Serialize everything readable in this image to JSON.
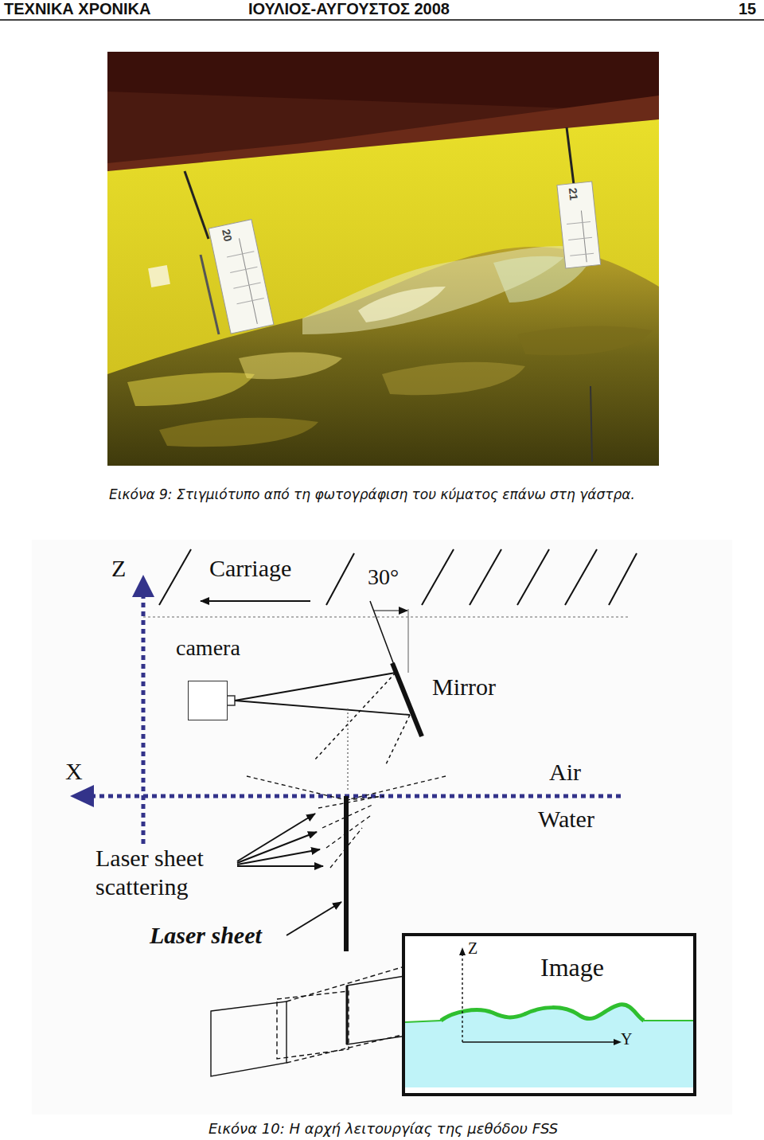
{
  "diagram": {
    "caption": "Εικόνα 10: Η αρχή λειτουργίας της μεθόδου FSS",
    "nodes": [
      {
        "text": [
          "camera"
        ]
      },
      {
        "text": [
          "Image"
        ]
      }
    ],
    "labels": [
      "ΤΕΧΝΙΚΑ ΧΡΟΝΙΚΑ",
      "ΙΟΥΛΙΟΣ-ΑΥΓΟΥΣΤΟΣ 2008",
      "15",
      "20",
      "21",
      "Εικόνα 9: Στιγμιότυπο από τη φωτογράφιση του κύματος επάνω στη γάστρα.",
      "Z",
      "Carriage",
      "30°",
      "Mirror",
      "X",
      "Air",
      "Water",
      "Laser sheet scattering",
      "Laser sheet",
      "Z",
      "Y"
    ]
  }
}
